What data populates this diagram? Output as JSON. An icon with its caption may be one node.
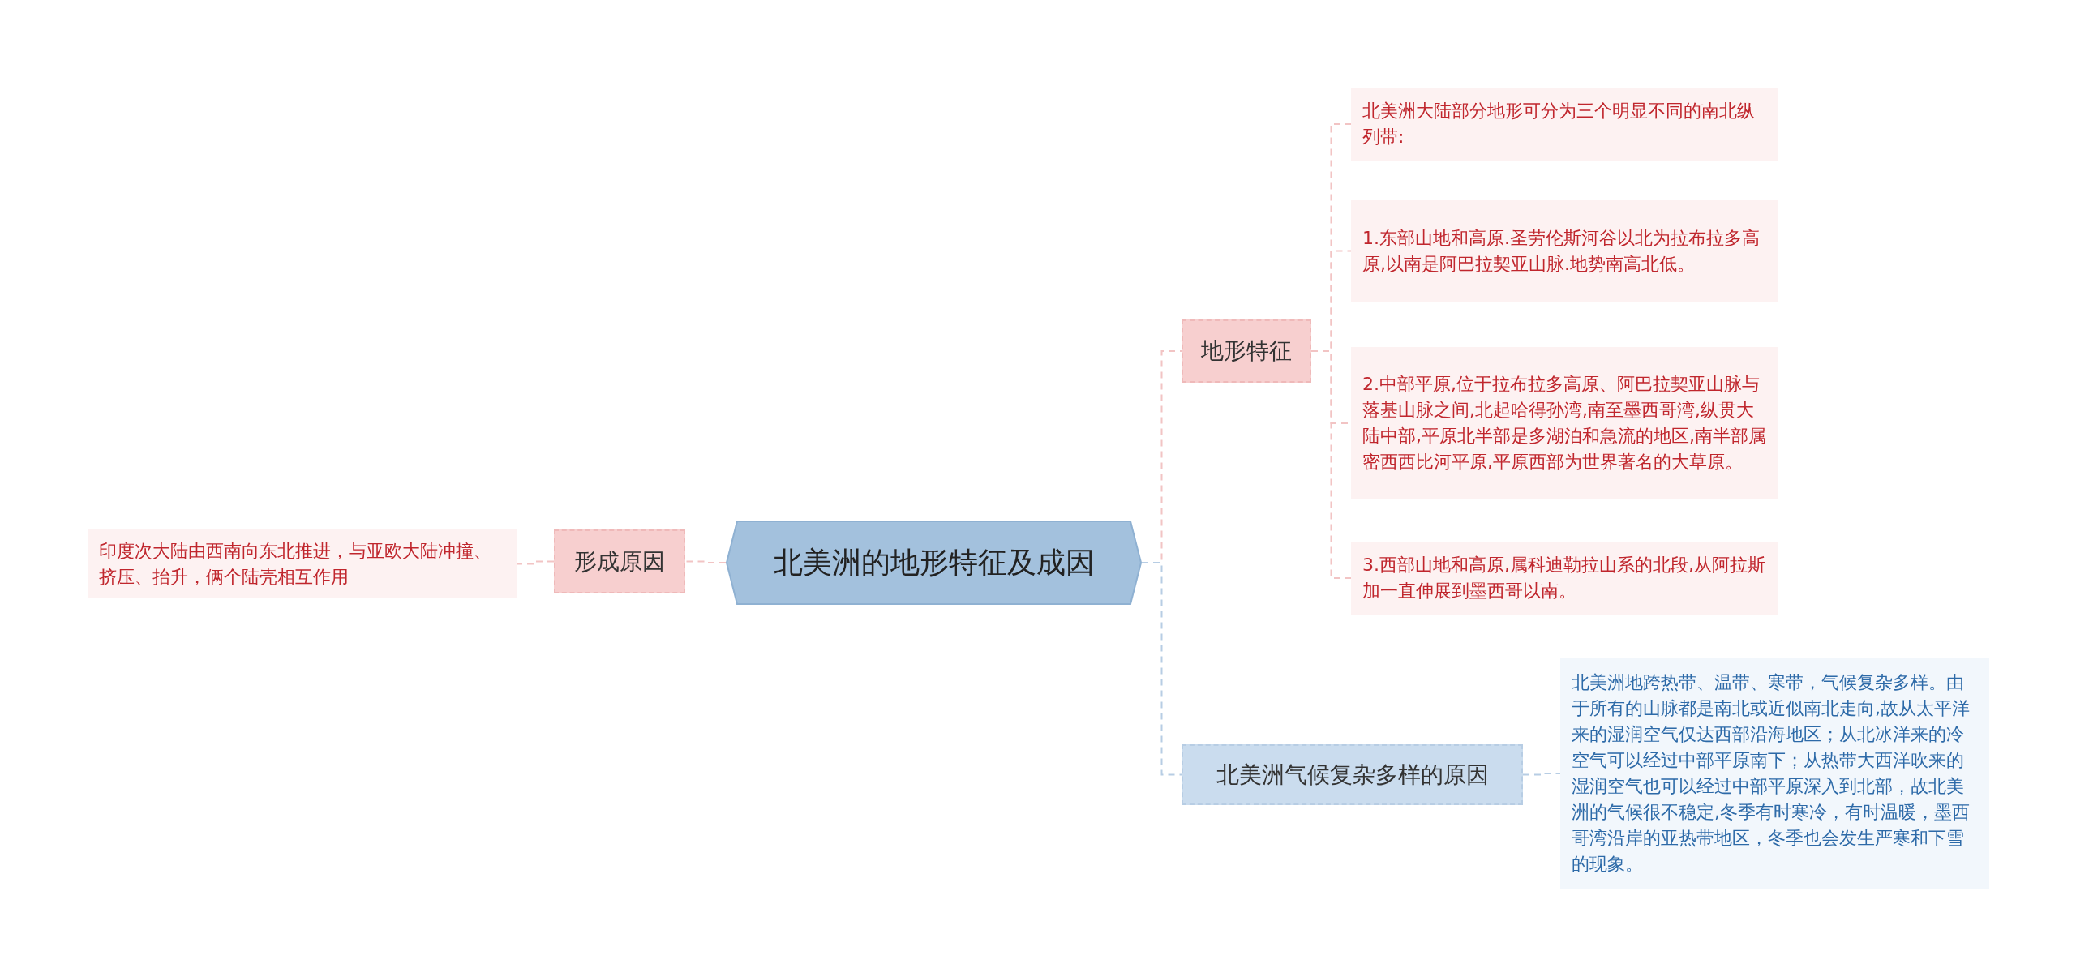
{
  "diagram": {
    "nodes": [
      {
        "text": [
          "北美洲的地形特征及成因"
        ]
      },
      {
        "text": [
          "地形特征"
        ]
      },
      {
        "text": [
          "北美洲大陆部分地形可分为三个明显不同的南北纵列带:"
        ]
      },
      {
        "text": [
          "1.东部山地和高原.圣劳伦斯河谷以北为拉布拉多高原,以南是阿巴拉契亚山脉.地势南高北低。"
        ]
      },
      {
        "text": [
          "2.中部平原,位于拉布拉多高原、阿巴拉契亚山脉与落基山脉之间,北起哈得孙湾,南至墨西哥湾,纵贯大陆中部,平原北半部是多湖泊和急流的地区,南半部属密西西比河平原,平原西部为世界著名的大草原。"
        ]
      },
      {
        "text": [
          "3.西部山地和高原,属科迪勒拉山系的北段,从阿拉斯加一直伸展到墨西哥以南。"
        ]
      },
      {
        "text": [
          "北美洲气候复杂多样的原因"
        ]
      },
      {
        "text": [
          "北美洲地跨热带、温带、寒带，气候复杂多样。由于所有的山脉都是南北或近似南北走向,故从太平洋来的湿润空气仅达西部沿海地区；从北冰洋来的冷空气可以经过中部平原南下；从热带大西洋吹来的湿润空气也可以经过中部平原深入到北部，故北美洲的气候很不稳定,冬季有时寒冷，有时温暖，墨西哥湾沿岸的亚热带地区，冬季也会发生严寒和下雪的现象。"
        ]
      },
      {
        "text": [
          "形成原因"
        ]
      },
      {
        "text": [
          "印度次大陆由西南向东北推进，与亚欧大陆冲撞、挤压、抬升，俩个陆壳相互作用"
        ]
      }
    ],
    "edges": [
      {
        "from": 0,
        "to": 1,
        "arrow": "none",
        "style": "dashed"
      },
      {
        "from": 1,
        "to": 2,
        "arrow": "none",
        "style": "dashed"
      },
      {
        "from": 1,
        "to": 3,
        "arrow": "none",
        "style": "dashed"
      },
      {
        "from": 1,
        "to": 4,
        "arrow": "none",
        "style": "dashed"
      },
      {
        "from": 1,
        "to": 5,
        "arrow": "none",
        "style": "dashed"
      },
      {
        "from": 0,
        "to": 6,
        "arrow": "none",
        "style": "dashed",
        "color": "#b7cde4"
      },
      {
        "from": 6,
        "to": 7,
        "arrow": "none",
        "style": "dashed",
        "color": "#b7cde4"
      },
      {
        "from": 0,
        "to": 8,
        "arrow": "none",
        "style": "dashed"
      },
      {
        "from": 8,
        "to": 9,
        "arrow": "none",
        "style": "dashed"
      }
    ]
  }
}
